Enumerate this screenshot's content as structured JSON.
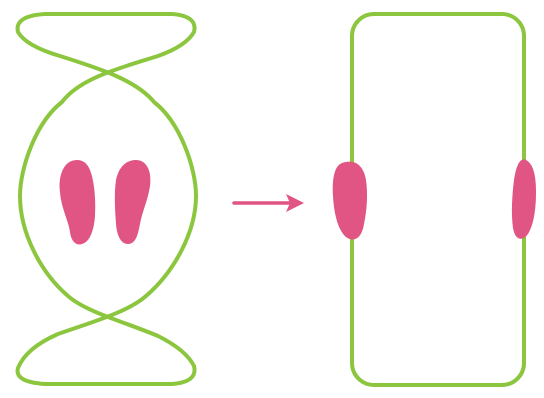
{
  "diagram": {
    "colors": {
      "outline": "#8cc63f",
      "blob": "#e05584",
      "arrow": "#e05584",
      "background": "#ffffff"
    },
    "left_figure": {
      "shape": "twisted-loop",
      "crossings": 2,
      "blob_count": 2
    },
    "arrow": {
      "direction": "right"
    },
    "right_figure": {
      "shape": "rounded-rectangle",
      "blob_count": 2
    }
  }
}
